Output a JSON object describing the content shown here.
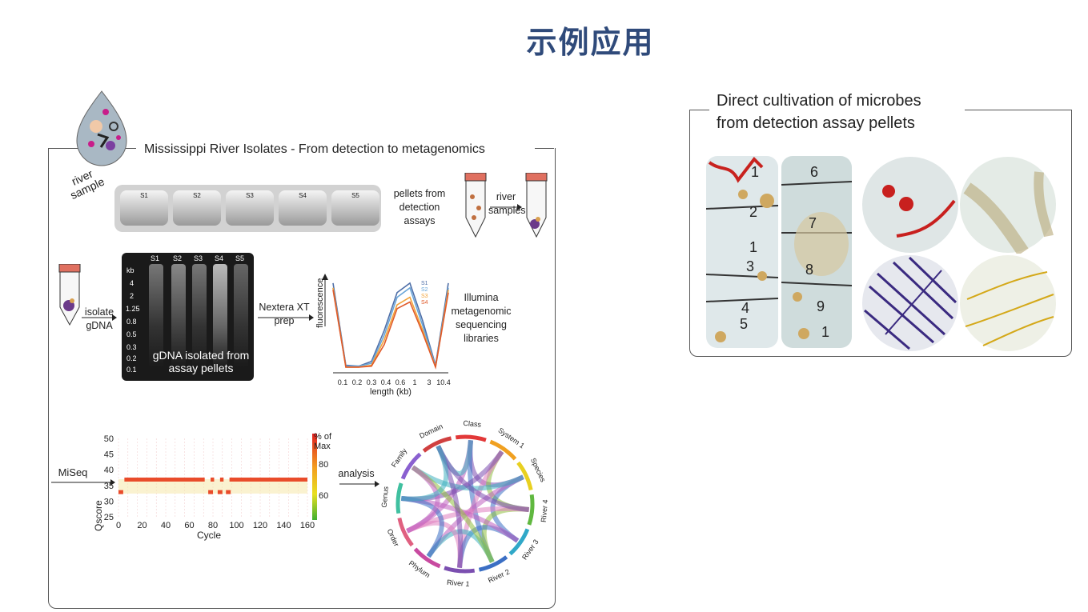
{
  "title": "示例应用",
  "left_panel": {
    "title": "Mississippi River Isolates - From detection to metagenomics",
    "river_sample_label": "river sample",
    "pellet_samples": [
      "S1",
      "S2",
      "S3",
      "S4",
      "S5"
    ],
    "pellets_label": "pellets from detection assays",
    "river_samples_label": "river samples",
    "isolate_label": "isolate gDNA",
    "gel_lanes": [
      "S1",
      "S2",
      "S3",
      "S4",
      "S5"
    ],
    "gel_ladder": [
      "kb",
      "4",
      "2",
      "1.25",
      "0.8",
      "0.5",
      "0.3",
      "0.2",
      "0.1"
    ],
    "gel_caption": "gDNA isolated from assay pellets",
    "nextera_label": "Nextera XT prep",
    "libraries_label": "Illumina metagenomic sequencing libraries",
    "miseq_label": "MiSeq",
    "analysis_label": "analysis"
  },
  "right_panel": {
    "title": "Direct cultivation of microbes from detection assay pellets"
  },
  "colors": {
    "title": "#2f4a7a",
    "s1": "#4f6fa8",
    "s2": "#6aa6d8",
    "s3": "#f2a33a",
    "s4": "#e05a2a",
    "qscore_bar": "#e94b2a",
    "chord_purple": "#7b4fb0",
    "chord_blue": "#3b6fc4"
  },
  "chart_data": [
    {
      "type": "line",
      "ylabel": "fluorescence",
      "xlabel": "length (kb)",
      "x_ticks": [
        "0.1",
        "0.2",
        "0.3",
        "0.4",
        "0.6",
        "1",
        "3",
        "10.4"
      ],
      "series": [
        {
          "name": "S1",
          "values": [
            0.95,
            0.08,
            0.07,
            0.12,
            0.45,
            0.85,
            0.95,
            0.55,
            0.08,
            0.95
          ]
        },
        {
          "name": "S2",
          "values": [
            0.9,
            0.07,
            0.07,
            0.1,
            0.4,
            0.8,
            0.9,
            0.5,
            0.07,
            0.9
          ]
        },
        {
          "name": "S3",
          "values": [
            0.9,
            0.06,
            0.06,
            0.08,
            0.35,
            0.72,
            0.8,
            0.45,
            0.06,
            0.88
          ]
        },
        {
          "name": "S4",
          "values": [
            0.88,
            0.06,
            0.06,
            0.07,
            0.3,
            0.68,
            0.75,
            0.42,
            0.06,
            0.85
          ]
        }
      ]
    },
    {
      "type": "heatmap",
      "xlabel": "Cycle",
      "ylabel": "Qscore",
      "x_ticks": [
        "0",
        "20",
        "40",
        "60",
        "80",
        "100",
        "120",
        "140",
        "160"
      ],
      "y_ticks": [
        "25",
        "30",
        "35",
        "40",
        "45",
        "50"
      ],
      "colorbar_label": "% of Max",
      "colorbar_ticks": [
        "80",
        "60"
      ],
      "xlim": [
        0,
        160
      ],
      "ylim": [
        25,
        50
      ],
      "main_band_q": 37,
      "low_band_q": 33
    },
    {
      "type": "chord",
      "labels": [
        "Class",
        "System 1",
        "Species",
        "River 4",
        "River 3",
        "River 2",
        "River 1",
        "Phylum",
        "Order",
        "Genus",
        "Family",
        "Domain"
      ]
    }
  ]
}
